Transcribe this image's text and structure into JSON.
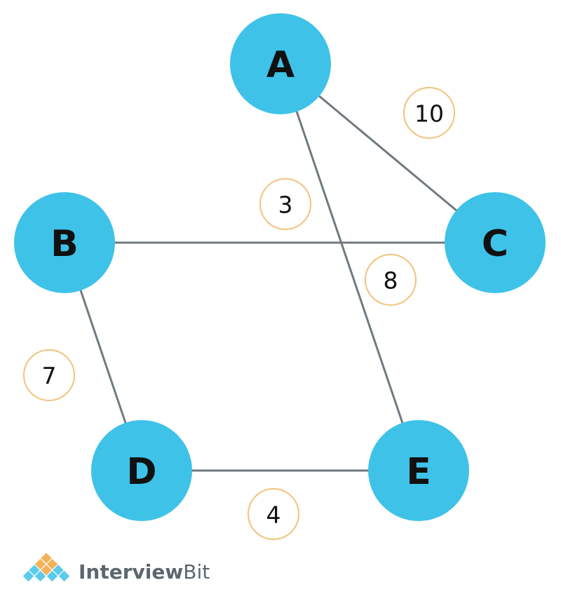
{
  "colors": {
    "node_fill": "#3ec2e8",
    "node_text": "#111111",
    "edge": "#707a80",
    "weight_border": "#f2c27c",
    "weight_text": "#111111",
    "brand_text": "#5b6770",
    "brand_accent": "#f3b25a",
    "brand_blue": "#3ec2e8"
  },
  "nodes": [
    {
      "id": "A",
      "label": "A"
    },
    {
      "id": "B",
      "label": "B"
    },
    {
      "id": "C",
      "label": "C"
    },
    {
      "id": "D",
      "label": "D"
    },
    {
      "id": "E",
      "label": "E"
    }
  ],
  "edges": [
    {
      "from": "A",
      "to": "C",
      "weight": "10"
    },
    {
      "from": "B",
      "to": "C",
      "weight": "3"
    },
    {
      "from": "A",
      "to": "E",
      "weight": "8"
    },
    {
      "from": "B",
      "to": "D",
      "weight": "7"
    },
    {
      "from": "D",
      "to": "E",
      "weight": "4"
    }
  ],
  "brand": {
    "name_main": "Interview",
    "name_accent": "Bit",
    "logo_icon": "diamond-grid-logo-icon"
  }
}
